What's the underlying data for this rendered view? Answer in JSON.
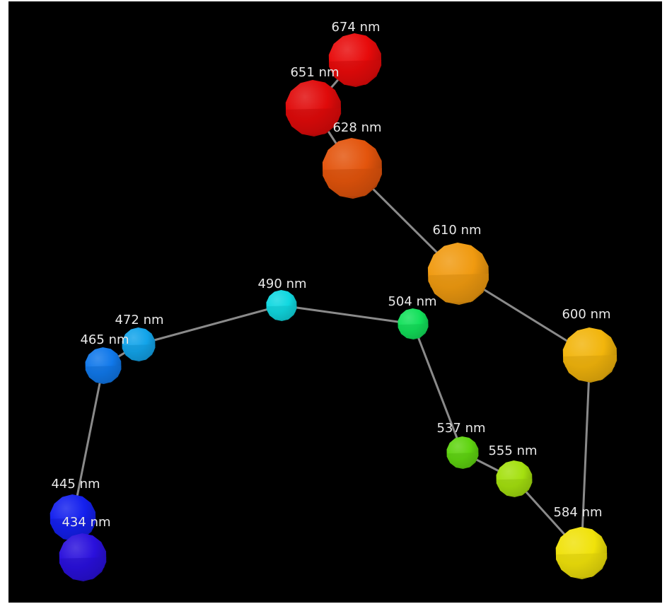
{
  "diagram": {
    "background": "#000000",
    "edge_color": "#8a8a8a",
    "nodes": [
      {
        "id": "674",
        "label": "674 nm",
        "color": "#e80b0b"
      },
      {
        "id": "651",
        "label": "651 nm",
        "color": "#e00a0a"
      },
      {
        "id": "628",
        "label": "628 nm",
        "color": "#e3540c"
      },
      {
        "id": "610",
        "label": "610 nm",
        "color": "#f09a10"
      },
      {
        "id": "600",
        "label": "600 nm",
        "color": "#f2b50c"
      },
      {
        "id": "584",
        "label": "584 nm",
        "color": "#f0e20a"
      },
      {
        "id": "555",
        "label": "555 nm",
        "color": "#a4e00e"
      },
      {
        "id": "537",
        "label": "537 nm",
        "color": "#5fd410"
      },
      {
        "id": "504",
        "label": "504 nm",
        "color": "#12e05a"
      },
      {
        "id": "490",
        "label": "490 nm",
        "color": "#10d8e0"
      },
      {
        "id": "472",
        "label": "472 nm",
        "color": "#12a4ea"
      },
      {
        "id": "465",
        "label": "465 nm",
        "color": "#1078ea"
      },
      {
        "id": "445",
        "label": "445 nm",
        "color": "#1420ee"
      },
      {
        "id": "434",
        "label": "434 nm",
        "color": "#2a10dc"
      }
    ],
    "edges": [
      [
        "674",
        "651"
      ],
      [
        "651",
        "628"
      ],
      [
        "628",
        "610"
      ],
      [
        "610",
        "600"
      ],
      [
        "600",
        "584"
      ],
      [
        "584",
        "555"
      ],
      [
        "555",
        "537"
      ],
      [
        "537",
        "504"
      ],
      [
        "504",
        "490"
      ],
      [
        "490",
        "472"
      ],
      [
        "472",
        "465"
      ],
      [
        "465",
        "445"
      ],
      [
        "445",
        "434"
      ]
    ]
  }
}
